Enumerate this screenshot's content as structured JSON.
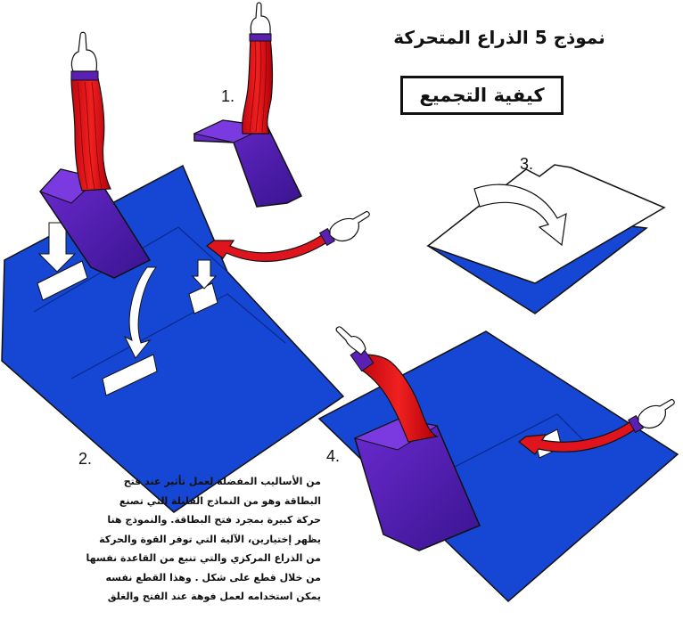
{
  "title": "نموذج 5 الذراع المتحركة",
  "subtitle": "كيفية التجميع",
  "steps": {
    "s1": "1.",
    "s2": "2.",
    "s3": "3.",
    "s4": "4."
  },
  "description": [
    "من الأساليب المفضلة لعمل تأثير عند فتح",
    "البطاقة وهو من النماذج القليلة التي تصنع",
    "حركة كبيرة بمجرد فتح البطاقة. والنموذج هنا",
    "يظهر إختيارين، الآلية التي توفر القوة والحركة",
    "من الذراع المركزي والتي تنبع من القاعدة نفسها",
    "من خلال قطع على شكل   . وهذا القطع نفسه",
    "يمكن استخدامه لعمل فوهة عند الفتح والغلق"
  ],
  "colors": {
    "card_blue": "#1546d4",
    "sleeve_red": "#e0141c",
    "arm_purple": "#5a1fb3",
    "outline": "#111111"
  }
}
